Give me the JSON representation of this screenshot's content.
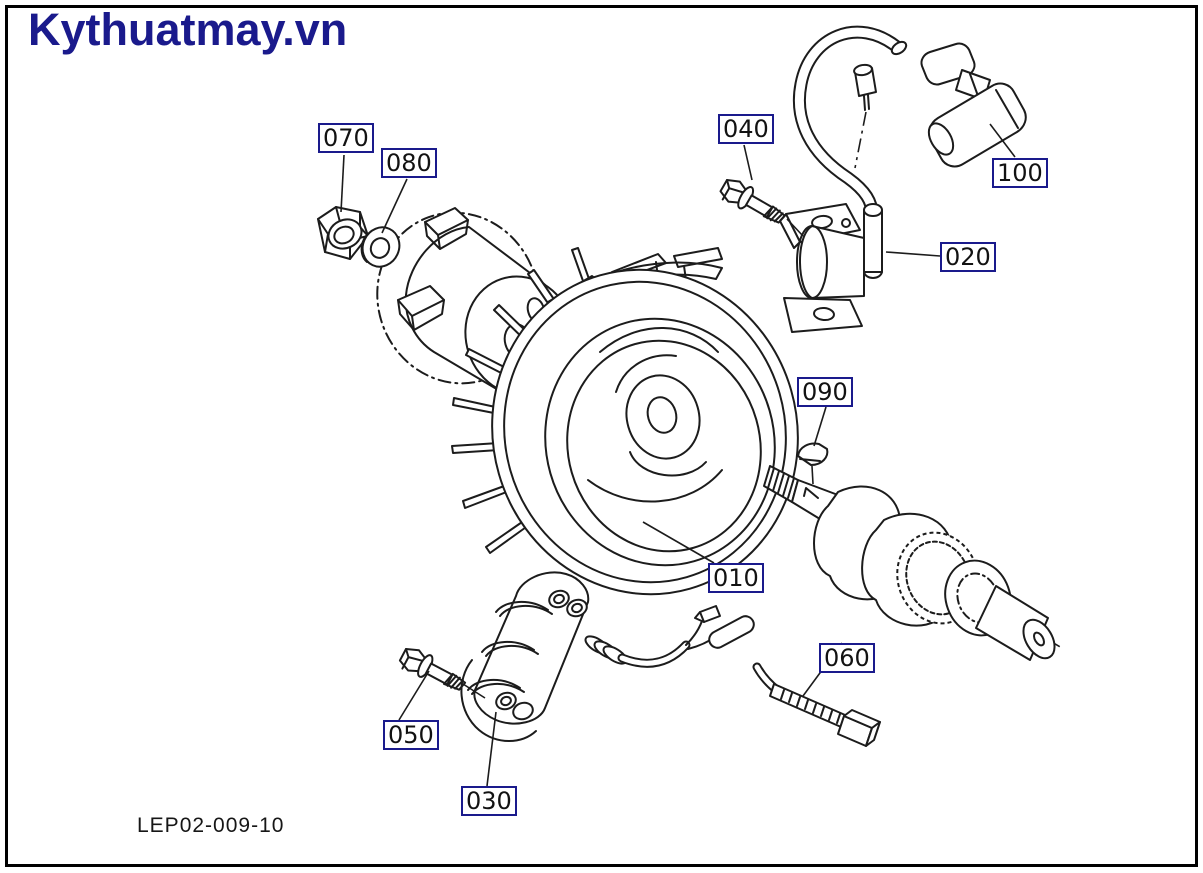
{
  "site": {
    "logo_text": "Kythuatmay.vn"
  },
  "diagram": {
    "code": "LEP02-009-10",
    "callouts": [
      {
        "text": "070",
        "part": "flange-nut"
      },
      {
        "text": "080",
        "part": "washer"
      },
      {
        "text": "040",
        "part": "ignition-coil-bolt"
      },
      {
        "text": "100",
        "part": "spark-plug-cap"
      },
      {
        "text": "020",
        "part": "ignition-coil"
      },
      {
        "text": "090",
        "part": "woodruff-key"
      },
      {
        "text": "010",
        "part": "flywheel"
      },
      {
        "text": "050",
        "part": "charge-coil-bolt"
      },
      {
        "text": "030",
        "part": "charge-coil"
      },
      {
        "text": "060",
        "part": "cable-tie"
      }
    ],
    "colors": {
      "logo": "#1a1a8c",
      "label_border": "#1a1a8c",
      "label_text": "#121212",
      "line_art": "#1c1c1c",
      "background": "#ffffff",
      "frame": "#000000"
    }
  }
}
